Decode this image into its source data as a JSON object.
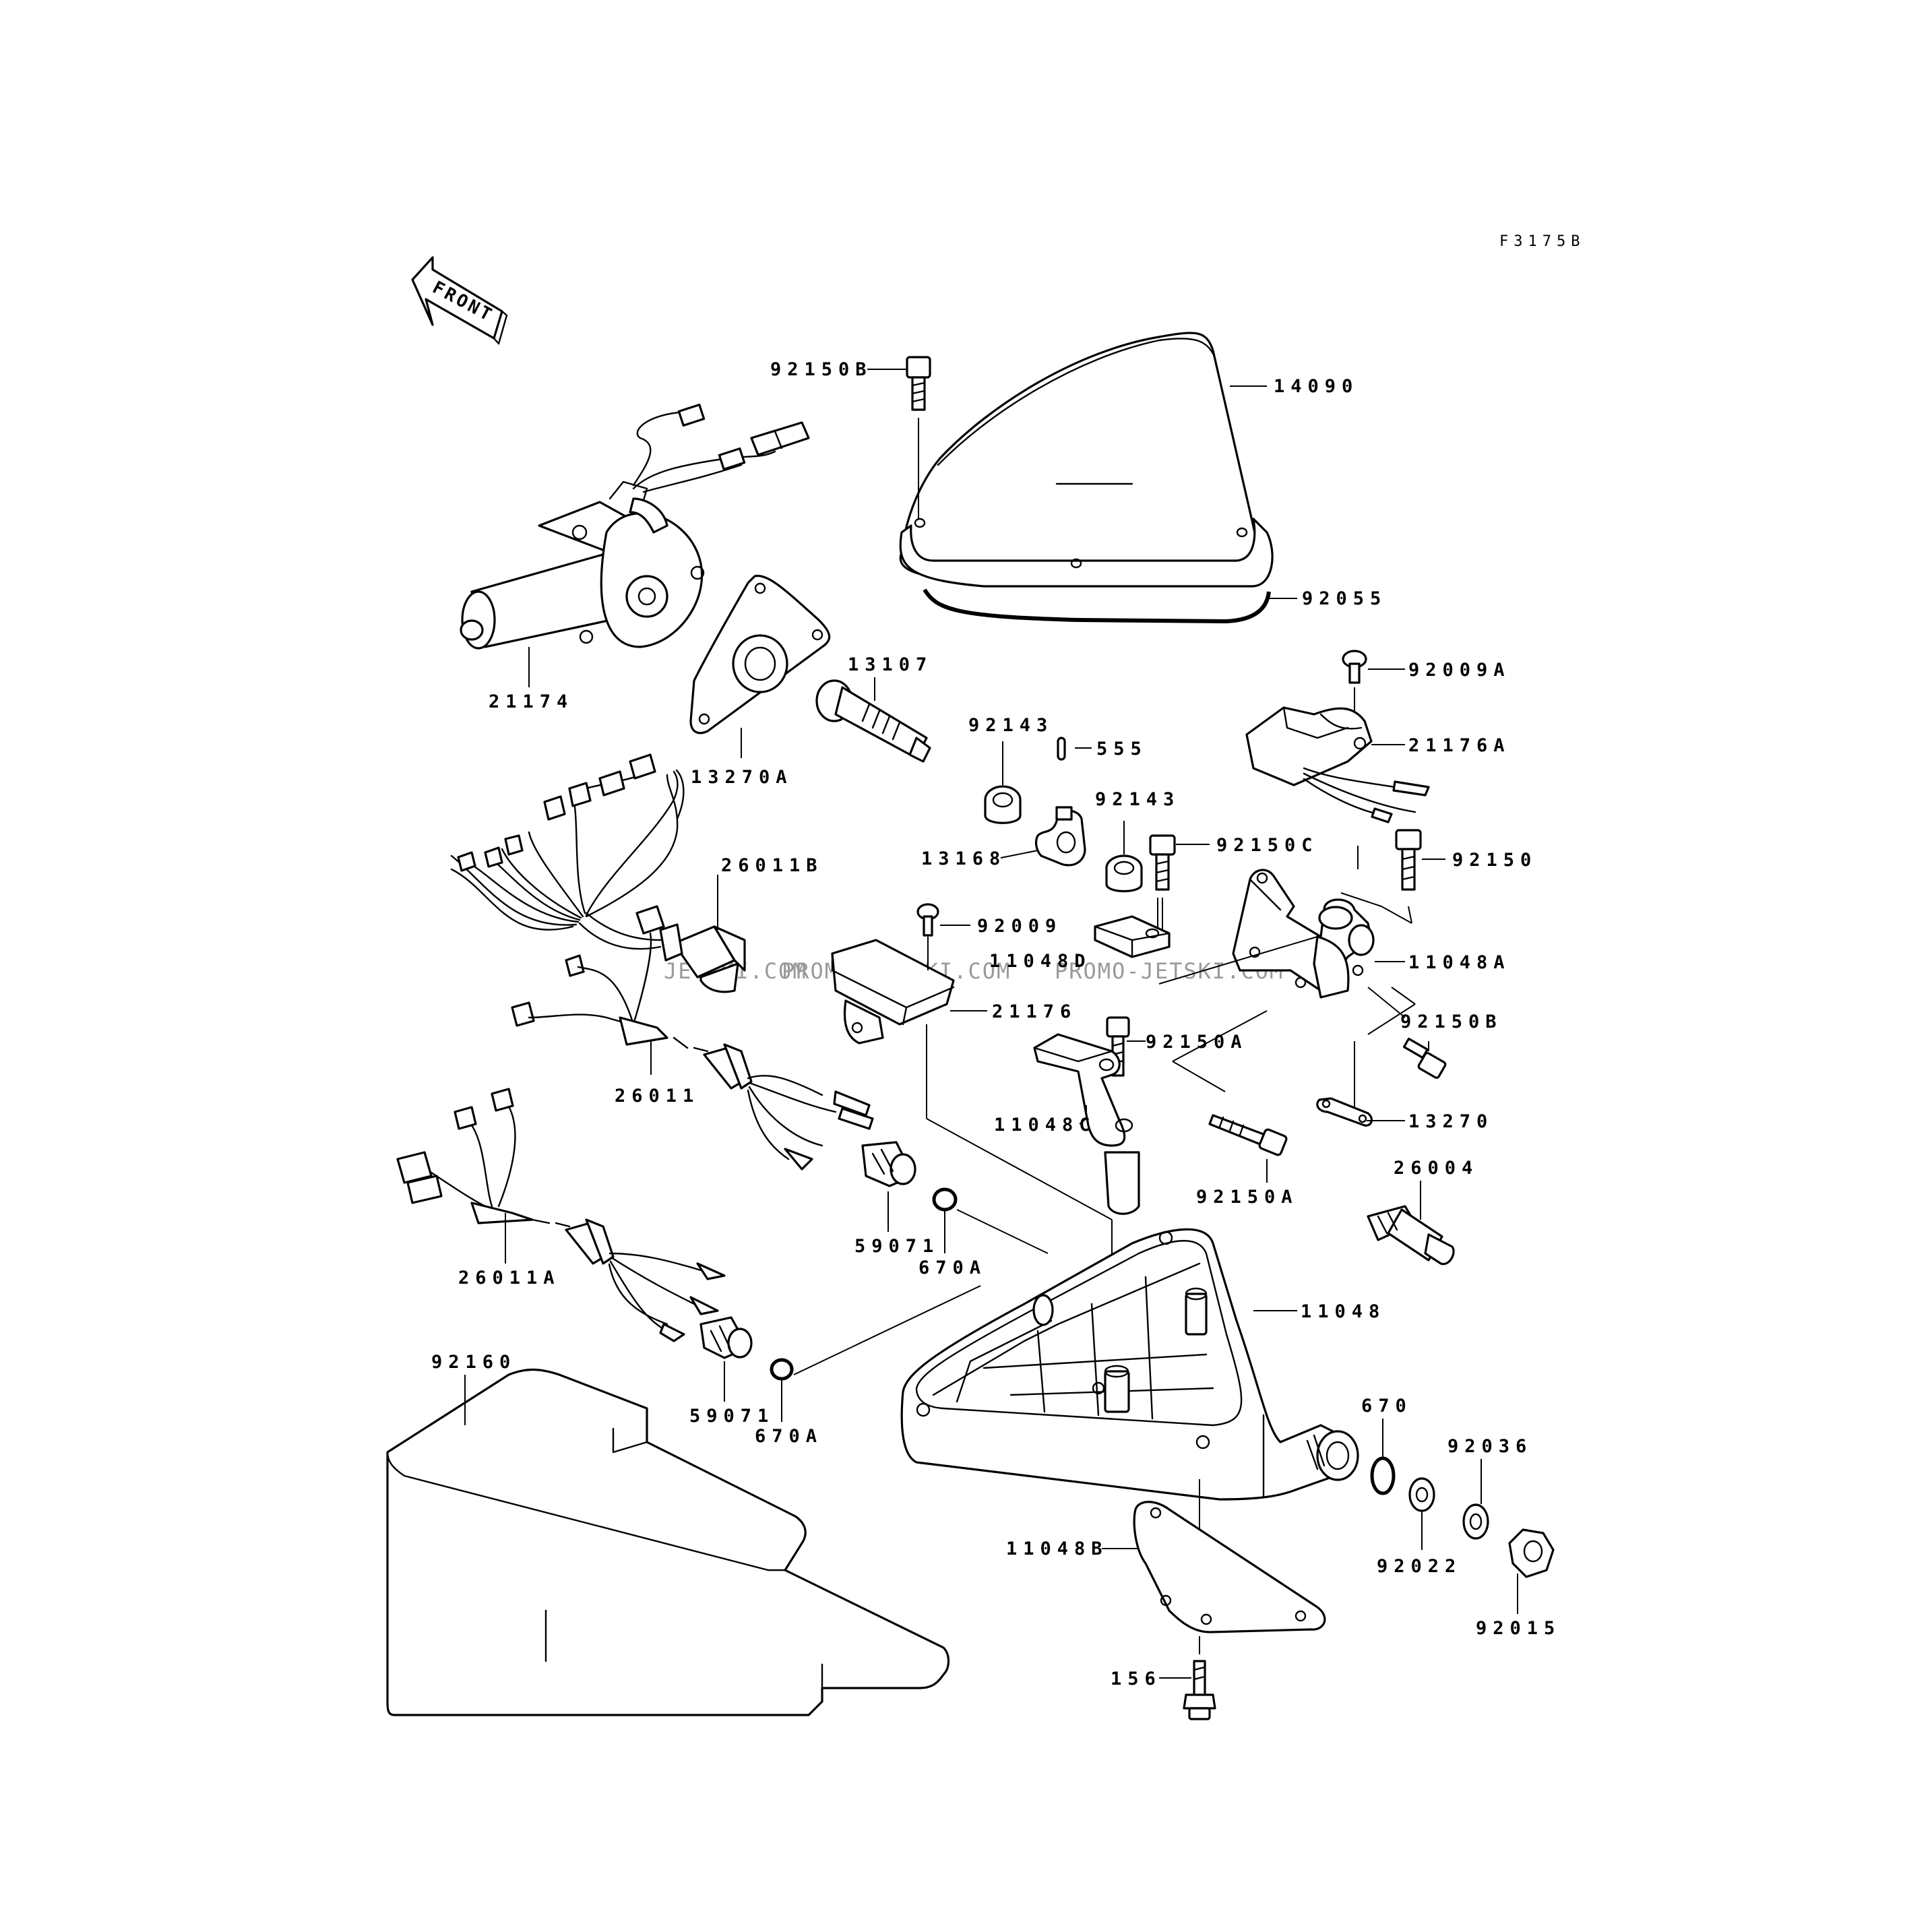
{
  "diagram_code": "F3175B",
  "front_arrow": {
    "label": "FRONT",
    "icon": "front-direction-arrow-icon"
  },
  "watermark": [
    "JETSKI.COM",
    "PROMO-JETSKI.COM",
    "PROMO-JETSKI.COM"
  ],
  "parts": {
    "p14090": "14090",
    "p92150B_top": "92150B",
    "p92055": "92055",
    "p21174": "21174",
    "p13107": "13107",
    "p13270A": "13270A",
    "p92009A": "92009A",
    "p21176A": "21176A",
    "p555": "555",
    "p92143_a": "92143",
    "p92143_b": "92143",
    "p13168": "13168",
    "p92150C": "92150C",
    "p92150": "92150",
    "p26011B": "26011B",
    "p92009": "92009",
    "p11048D": "11048D",
    "p11048A": "11048A",
    "p21176": "21176",
    "p92150A_a": "92150A",
    "p92150B_right": "92150B",
    "p26011": "26011",
    "p13270": "13270",
    "p11048C": "11048C",
    "p92150A_b": "92150A",
    "p26004": "26004",
    "p59071_a": "59071",
    "p670A_a": "670A",
    "p26011A": "26011A",
    "p11048": "11048",
    "p92160": "92160",
    "p59071_b": "59071",
    "p670A_b": "670A",
    "p670": "670",
    "p92036": "92036",
    "p92022": "92022",
    "p92015": "92015",
    "p11048B": "11048B",
    "p156": "156"
  }
}
